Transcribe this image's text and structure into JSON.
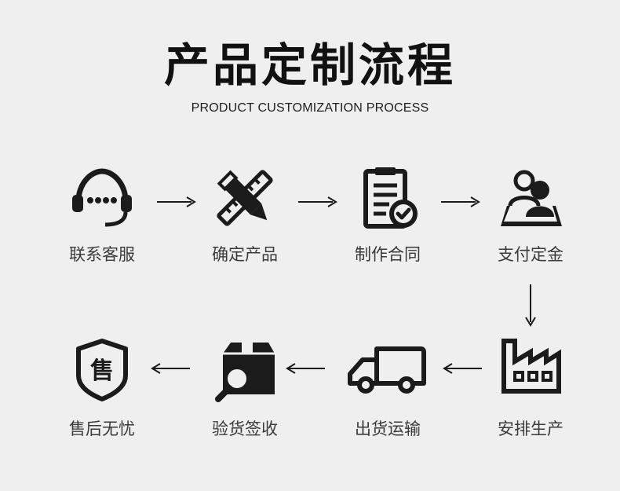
{
  "header": {
    "title": "产品定制流程",
    "subtitle": "PRODUCT CUSTOMIZATION PROCESS"
  },
  "steps": [
    {
      "label": "联系客服",
      "icon": "headset-icon"
    },
    {
      "label": "确定产品",
      "icon": "pencil-ruler-icon"
    },
    {
      "label": "制作合同",
      "icon": "contract-check-icon"
    },
    {
      "label": "支付定金",
      "icon": "users-meeting-icon"
    },
    {
      "label": "安排生产",
      "icon": "factory-icon"
    },
    {
      "label": "出货运输",
      "icon": "truck-icon"
    },
    {
      "label": "验货签收",
      "icon": "box-inspect-icon"
    },
    {
      "label": "售后无忧",
      "icon": "shield-badge-icon"
    }
  ],
  "icon_badge_text": "售",
  "colors": {
    "background": "#efefef",
    "foreground": "#1b1b1b",
    "label": "#3a3a3a"
  }
}
